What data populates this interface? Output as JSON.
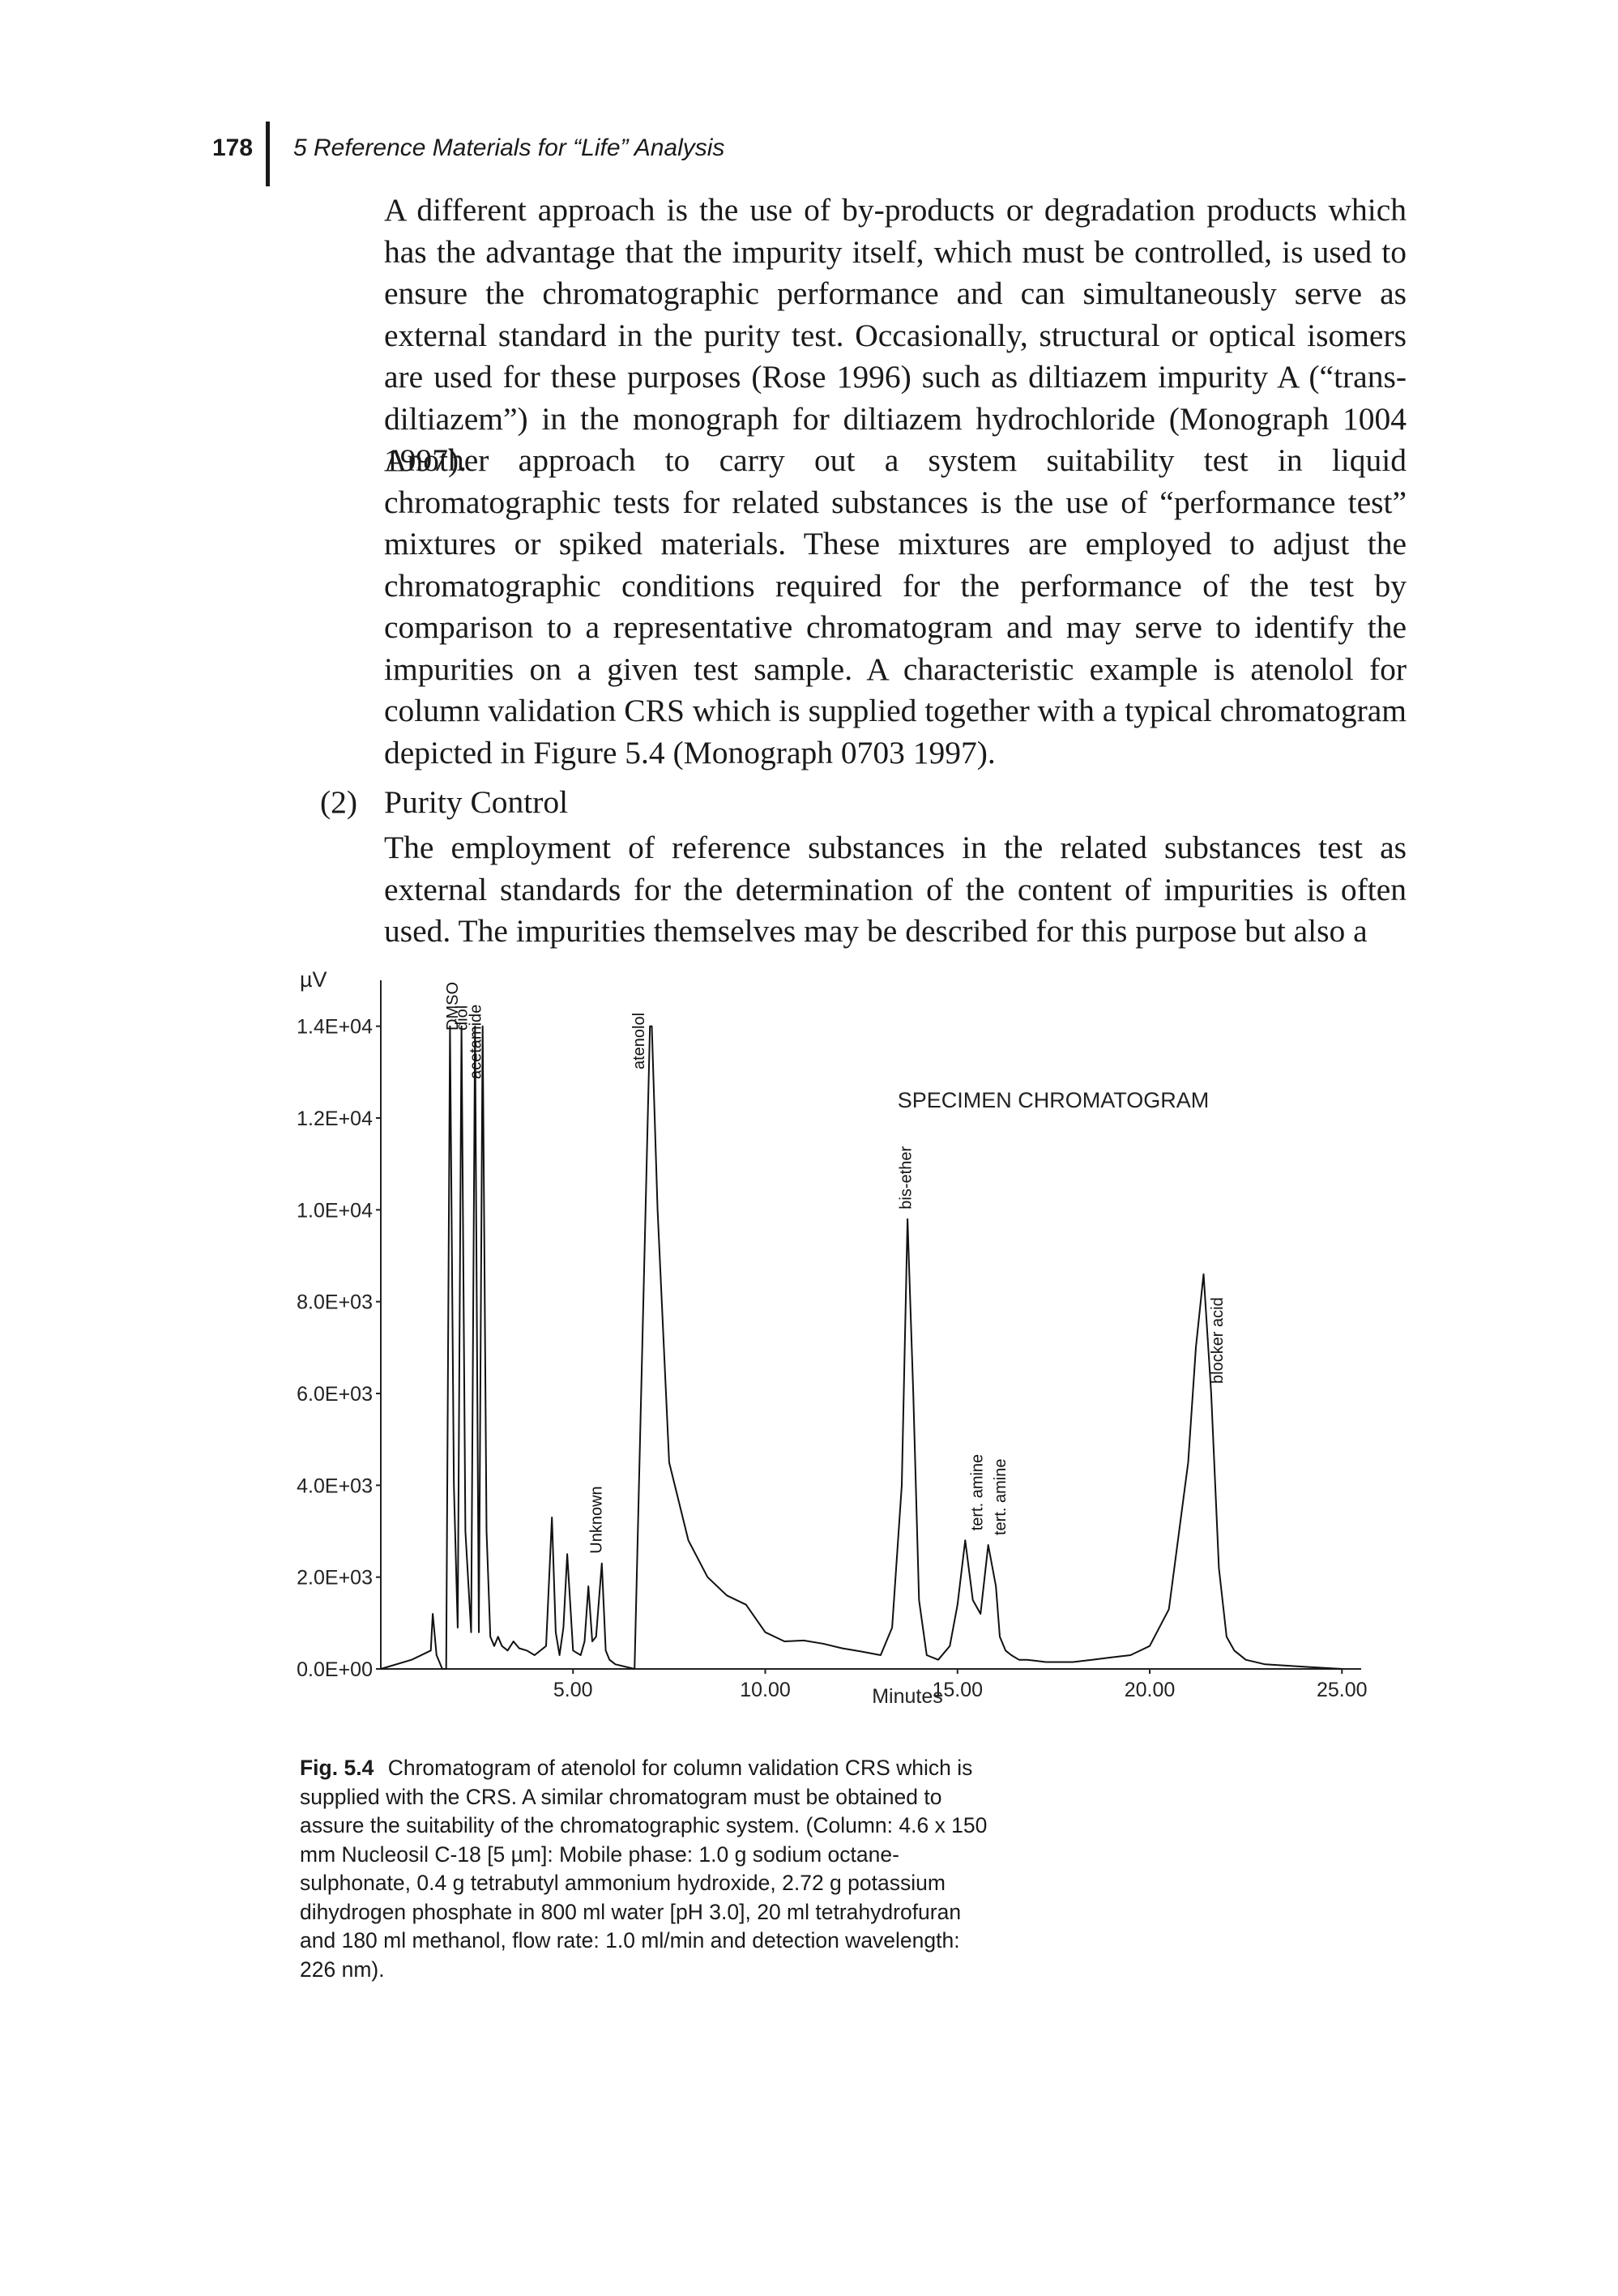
{
  "header": {
    "page_number": "178",
    "running_title": "5 Reference Materials for “Life” Analysis"
  },
  "body": {
    "paragraph1": "A different approach is the use of by-products or degradation products which has the advantage that the impurity itself, which must be controlled, is used to ensure the chromatographic performance and can simultaneously serve as external standard in the purity test. Occasionally, structural or optical isomers are used for these purposes (Rose 1996) such as diltiazem impurity A (“trans-diltiazem”) in the monograph for diltiazem hydrochloride (Monograph 1004 1997).",
    "paragraph2": "Another approach to carry out a system suitability test in liquid chromatographic tests for related substances is the use of “performance test” mixtures or spiked materials. These mixtures are employed to adjust the chromatographic conditions required for the performance of the test by comparison to a representative chromatogram and may serve to identify the impurities on a given test sample. A characteristic example is atenolol for column validation CRS which is supplied together with a typical chromatogram depicted in Figure 5.4 (Monograph 0703 1997).",
    "item_marker": "(2)",
    "item_heading": "Purity Control",
    "paragraph3": "The employment of reference substances in the related substances test as external standards for the determination of the content of impurities is often used. The impurities themselves may be described for this purpose but also a"
  },
  "chart_data": {
    "type": "line",
    "title": "SPECIMEN CHROMATOGRAM",
    "xlabel": "Minutes",
    "ylabel": "µV",
    "xlim": [
      0,
      25.5
    ],
    "ylim": [
      0,
      15000
    ],
    "x_ticks": [
      5,
      10,
      15,
      20,
      25
    ],
    "x_tick_labels": [
      "5.00",
      "10.00",
      "15.00",
      "20.00",
      "25.00"
    ],
    "y_ticks": [
      0,
      2000,
      4000,
      6000,
      8000,
      10000,
      12000,
      14000
    ],
    "y_tick_labels": [
      "0.0E+00",
      "2.0E+03",
      "4.0E+03",
      "6.0E+03",
      "8.0E+03",
      "1.0E+04",
      "1.2E+04",
      "1.4E+04"
    ],
    "grid": false,
    "series": [
      {
        "x": [
          0,
          0.8,
          1.3,
          1.35,
          1.45,
          1.6,
          1.7,
          1.8,
          1.9,
          2.0,
          2.1,
          2.2,
          2.35,
          2.45,
          2.55,
          2.65,
          2.75,
          2.85,
          2.95,
          3.05,
          3.15,
          3.3,
          3.45,
          3.6,
          3.8,
          4.0,
          4.3,
          4.45,
          4.55,
          4.65,
          4.75,
          4.85,
          5.0,
          5.2,
          5.3,
          5.4,
          5.5,
          5.6,
          5.75,
          5.85,
          5.95,
          6.1,
          6.6,
          7.0,
          7.05,
          7.2,
          7.5,
          8.0,
          8.5,
          9.0,
          9.5,
          10.0,
          10.5,
          11.0,
          11.5,
          12.0,
          12.5,
          13.0,
          13.3,
          13.55,
          13.7,
          13.85,
          14.0,
          14.2,
          14.5,
          14.8,
          15.0,
          15.2,
          15.4,
          15.6,
          15.8,
          16.0,
          16.1,
          16.25,
          16.4,
          16.6,
          16.8,
          17.0,
          17.3,
          17.6,
          18.0,
          18.5,
          19.0,
          19.5,
          20.0,
          20.5,
          21.0,
          21.2,
          21.4,
          21.6,
          21.8,
          22.0,
          22.2,
          22.5,
          23.0,
          24.0,
          25.0
        ],
        "y": [
          0,
          200,
          400,
          1200,
          300,
          0,
          0,
          14000,
          4000,
          900,
          14000,
          3000,
          800,
          14000,
          800,
          14000,
          3000,
          700,
          500,
          700,
          500,
          400,
          600,
          450,
          400,
          300,
          500,
          3300,
          800,
          300,
          900,
          2500,
          400,
          300,
          600,
          1800,
          600,
          700,
          2300,
          400,
          200,
          100,
          0,
          14000,
          14000,
          10000,
          4500,
          2800,
          2000,
          1600,
          1400,
          800,
          600,
          620,
          550,
          450,
          380,
          300,
          900,
          4000,
          9800,
          6000,
          1500,
          300,
          200,
          500,
          1400,
          2800,
          1500,
          1200,
          2700,
          1800,
          700,
          400,
          300,
          200,
          200,
          180,
          150,
          150,
          150,
          200,
          250,
          300,
          500,
          1300,
          4500,
          7000,
          8600,
          6000,
          2200,
          700,
          400,
          200,
          100,
          50,
          0
        ]
      }
    ],
    "annotations": [
      {
        "label": "DMSO",
        "x": 1.85
      },
      {
        "label": "diol",
        "x": 2.1
      },
      {
        "label": "acetamide",
        "x": 2.45
      },
      {
        "label": "Unknown",
        "x": 5.6
      },
      {
        "label": "atenolol",
        "x": 6.7
      },
      {
        "label": "bis-ether",
        "x": 13.65
      },
      {
        "label": "tert. amine",
        "x": 15.5
      },
      {
        "label": "tert. amine",
        "x": 16.1
      },
      {
        "label": "blocker acid",
        "x": 21.75
      }
    ]
  },
  "caption": {
    "label": "Fig. 5.4",
    "text": "Chromatogram of atenolol for column validation CRS which is supplied with the CRS. A similar chromatogram must be obtained to assure the suitability of the chromatographic system. (Column: 4.6 x 150 mm Nucleosil C-18 [5 µm]: Mobile phase: 1.0 g sodium octane-sulphonate, 0.4 g tetrabutyl ammonium hydroxide, 2.72 g potassium dihydrogen phosphate in 800 ml water [pH 3.0], 20 ml tetrahydrofuran and 180 ml methanol, flow rate: 1.0 ml/min and detection wavelength: 226 nm)."
  }
}
